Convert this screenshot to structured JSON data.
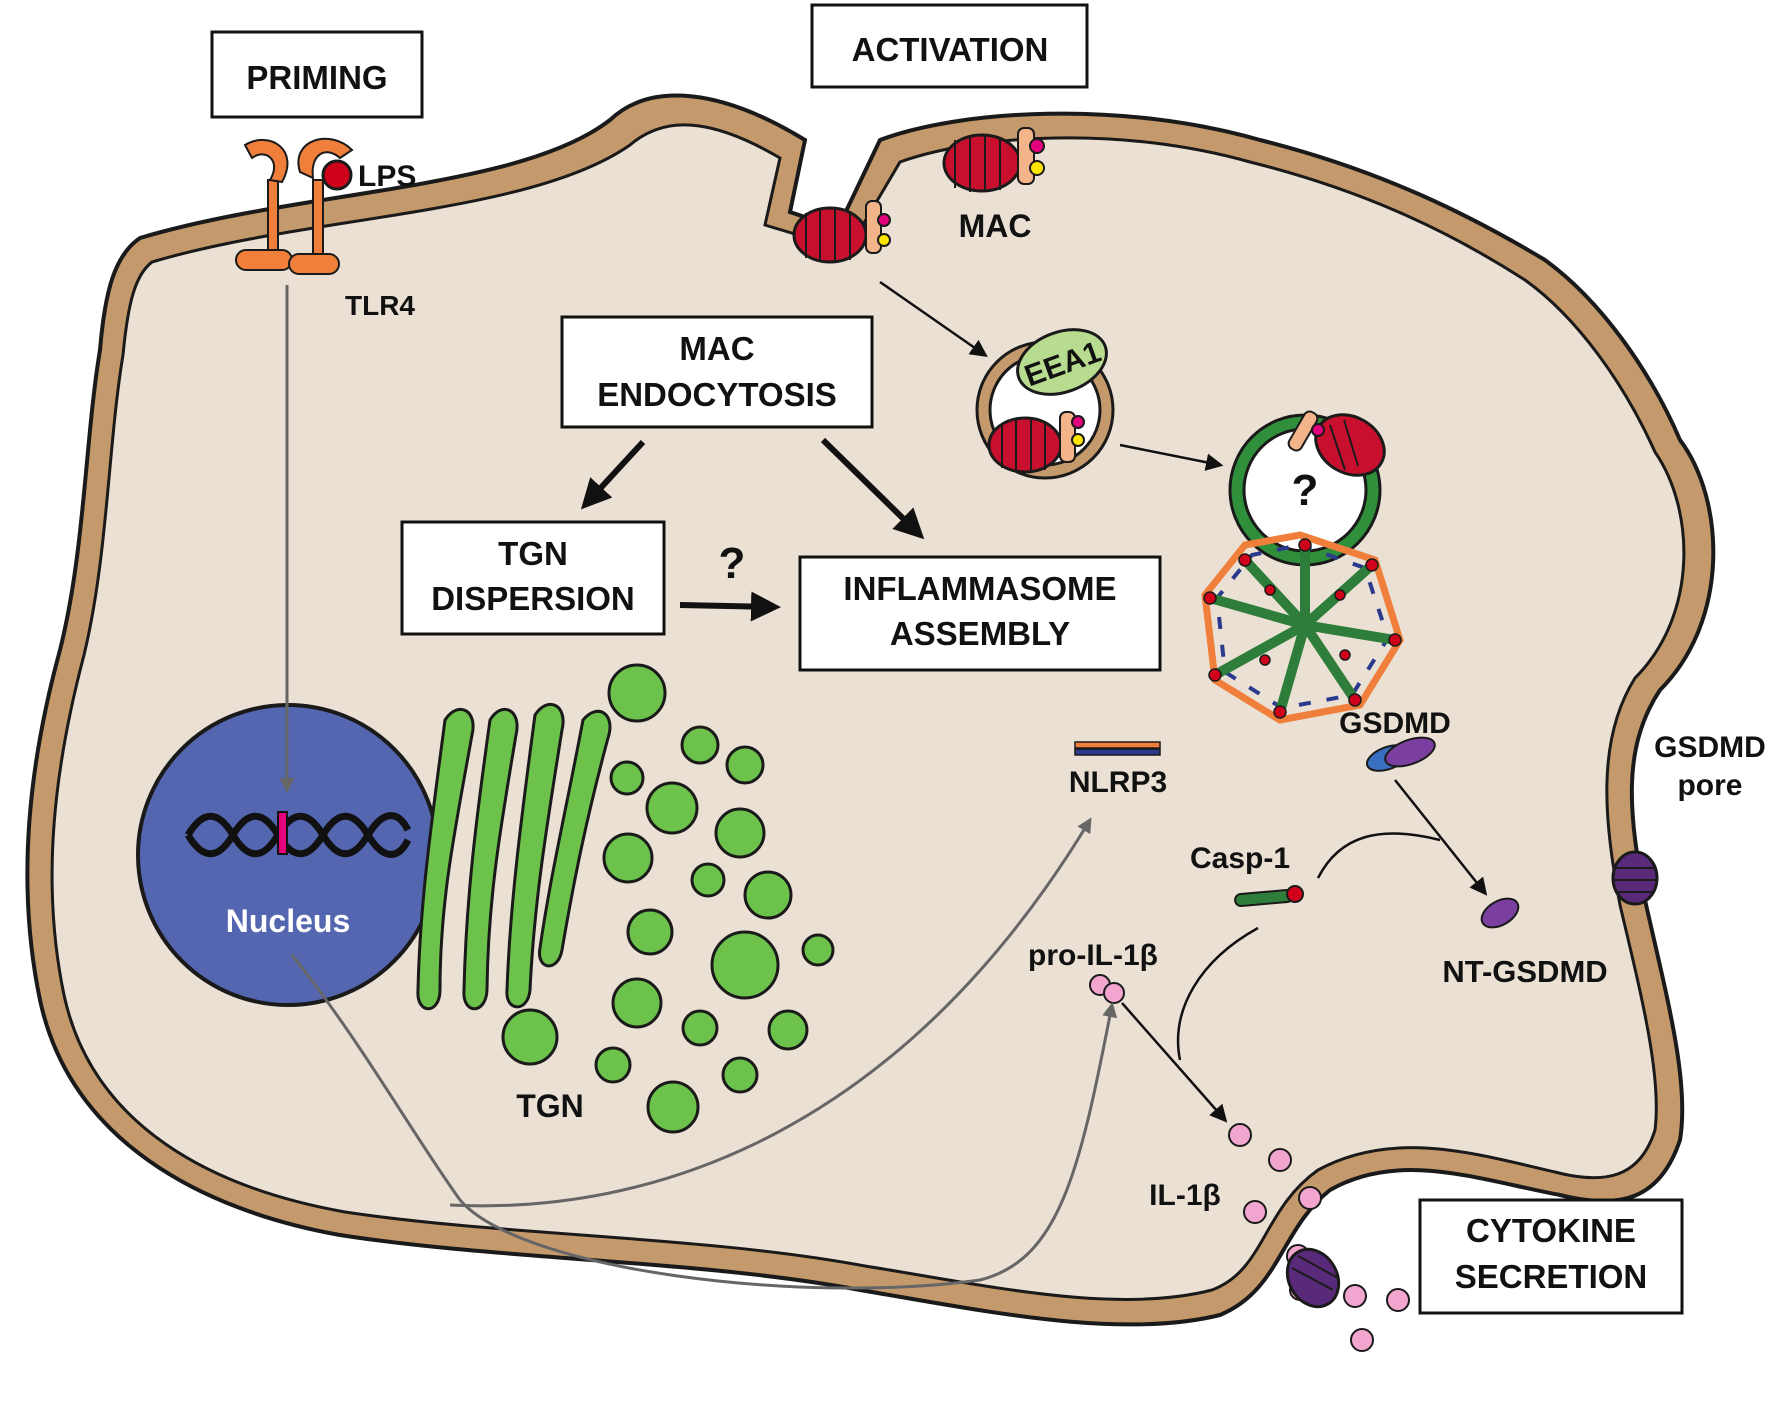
{
  "boxes": {
    "priming": "PRIMING",
    "activation": "ACTIVATION",
    "mac_endocytosis_1": "MAC",
    "mac_endocytosis_2": "ENDOCYTOSIS",
    "tgn_dispersion_1": "TGN",
    "tgn_dispersion_2": "DISPERSION",
    "inflammasome_1": "INFLAMMASOME",
    "inflammasome_2": "ASSEMBLY",
    "cytokine_1": "CYTOKINE",
    "cytokine_2": "SECRETION"
  },
  "labels": {
    "lps": "LPS",
    "tlr4": "TLR4",
    "mac": "MAC",
    "eea1": "EEA1",
    "nucleus": "Nucleus",
    "tgn": "TGN",
    "nlrp3": "NLRP3",
    "gsdmd": "GSDMD",
    "gsdmd_pore_1": "GSDMD",
    "gsdmd_pore_2": "pore",
    "casp1": "Casp-1",
    "nt_gsdmd": "NT-GSDMD",
    "pro_il1b": "pro-IL-1β",
    "il1b": "IL-1β",
    "question": "?"
  },
  "colors": {
    "cytoplasm": "#ebe0d4",
    "membrane": "#c49a6c",
    "nucleus": "#5466b0",
    "golgi": "#6cc24a",
    "mac_red": "#c8102e",
    "tlr4_orange": "#f07f3c",
    "il1b_pink": "#f2a5cf",
    "gsdmd_purple": "#7b3fa0"
  }
}
